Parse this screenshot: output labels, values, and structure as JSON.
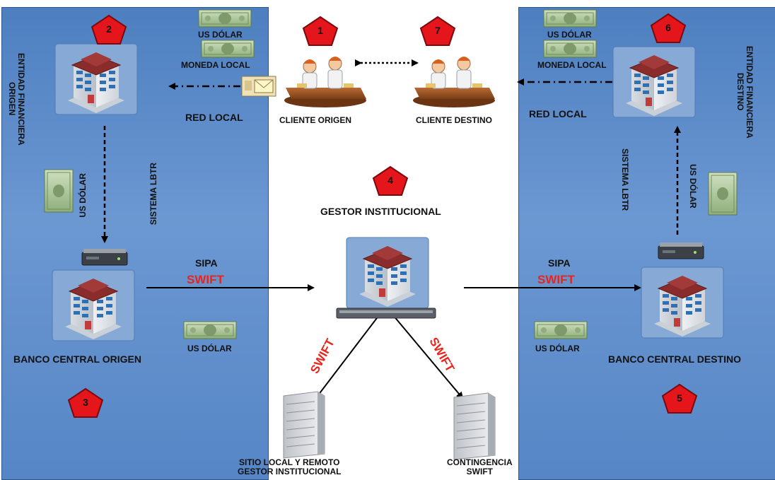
{
  "steps": [
    "1",
    "2",
    "3",
    "4",
    "5",
    "6",
    "7"
  ],
  "labels": {
    "cliente_origen": "CLIENTE ORIGEN",
    "cliente_destino": "CLIENTE DESTINO",
    "gestor": "GESTOR INSTITUCIONAL",
    "red_local_left": "RED LOCAL",
    "red_local_right": "RED LOCAL",
    "us_dolar_tl": "US DÓLAR",
    "moneda_local_tl": "MONEDA LOCAL",
    "us_dolar_tr": "US DÓLAR",
    "moneda_local_tr": "MONEDA LOCAL",
    "entidad_origen": "ENTIDAD FINANCIERA\nORIGEN",
    "entidad_destino": "ENTIDAD FINANCIERA\nDESTINO",
    "sistema_lbtr_left": "SISTEMA LBTR",
    "sistema_lbtr_right": "SISTEMA LBTR",
    "us_dolar_left_vert": "US DÓLAR",
    "us_dolar_right_vert": "US DÓLAR",
    "sipa_left": "SIPA",
    "swift_left": "SWIFT",
    "sipa_right": "SIPA",
    "swift_right": "SWIFT",
    "swift_diag_left": "SWIFT",
    "swift_diag_right": "SWIFT",
    "us_dolar_bl": "US DÓLAR",
    "us_dolar_br": "US DÓLAR",
    "banco_origen": "BANCO CENTRAL ORIGEN",
    "banco_destino": "BANCO CENTRAL DESTINO",
    "sitio_local": "SITIO LOCAL Y REMOTO\nGESTOR INSTITUCIONAL",
    "contingencia": "CONTINGENCIA\nSWIFT"
  },
  "colors": {
    "panel": "#5a8acb",
    "step_badge": "#e4161b",
    "swift_text": "#e8241c",
    "building_roof": "#8b2c2c"
  }
}
